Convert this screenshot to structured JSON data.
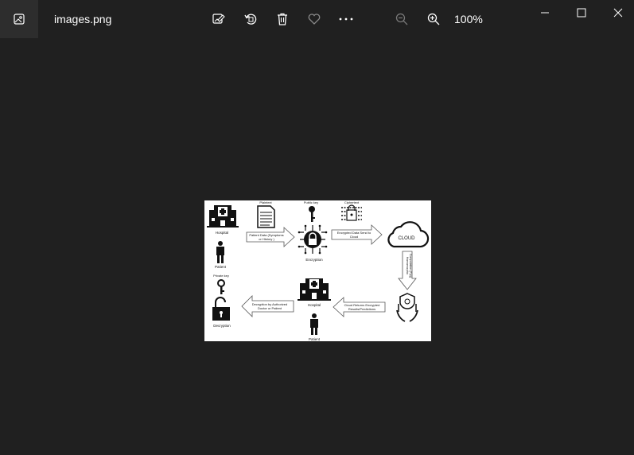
{
  "window": {
    "file_name": "images.png",
    "zoom_level": "100%"
  },
  "toolbar": {
    "icons": [
      "gallery-icon",
      "edit-image-icon",
      "rotate-icon",
      "delete-icon",
      "favorite-icon",
      "more-icon",
      "zoom-out-icon",
      "zoom-in-icon"
    ]
  },
  "window_controls": [
    "minimize-icon",
    "maximize-icon",
    "close-icon"
  ],
  "diagram": {
    "labels": {
      "plaintext": "Plaintext",
      "public_key": "Public key",
      "ciphertext": "Ciphertext",
      "hospital_top": "Hospital",
      "patient_top": "Patient",
      "encryption": "Encryption",
      "private_key": "Private key",
      "decryption": "Decryption",
      "hospital_bottom": "Hospital",
      "patient_bottom": "Patient",
      "cloud": "CLOUD"
    },
    "arrows": {
      "patient_data_1": "Patient Data (Symptoms",
      "patient_data_2": "or History )",
      "encrypted_sent_1": "Encrypted Data Send to",
      "encrypted_sent_2": "Cloud",
      "cloud_returns_1": "Cloud Returns Encrypted",
      "cloud_returns_2": "Results/Predictions",
      "decryption_by_1": "Decryption by Authorized",
      "decryption_by_2": "Doctor or Patient",
      "computation_1": "Homomorphic",
      "computation_2": "Computation (F(x))"
    }
  }
}
